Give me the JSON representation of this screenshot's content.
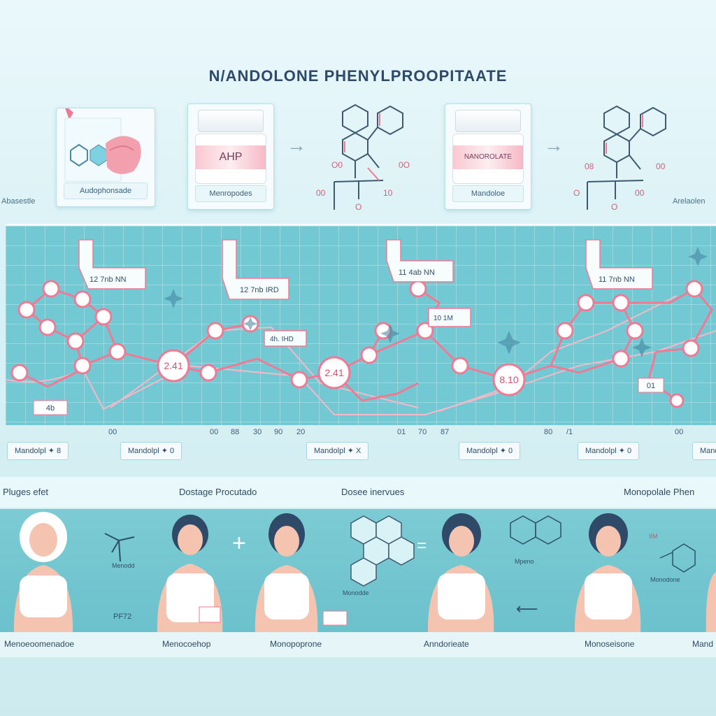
{
  "title": "N/ANDOLONE PHENYLPROOPITAATE",
  "top": {
    "left_side_label": "Abasestle",
    "right_side_label": "Arelaolen",
    "cards": [
      {
        "label": "Audophonsade"
      },
      {
        "label": "Menropodes",
        "jar_text": "AHP"
      },
      {
        "label": "Mandoloe",
        "jar_text": "NANOROLATE"
      }
    ],
    "molecule1_labels": [
      "O0",
      "0O",
      "00",
      "10",
      "O"
    ],
    "molecule2_labels": [
      "08",
      "00",
      "O",
      "00",
      "O"
    ]
  },
  "chart": {
    "callouts": [
      "12 7nb NN",
      "12 7nb IRD",
      "11 4ab NN",
      "11 7nb NN",
      "4h. IHD",
      "10 1M"
    ],
    "node_values": [
      "2.41",
      "2.41",
      "8.10",
      "01",
      "4b"
    ],
    "ticks": [
      "00",
      "00",
      "88",
      "30",
      "90",
      "20",
      "01",
      "70",
      "87",
      "80",
      "/1",
      "00"
    ],
    "pills": [
      "Mandolpl ✦ 8",
      "Mandolpl ✦ 0",
      "Mandolpl ✦ X",
      "Mandolpl ✦ 0",
      "Mandolpl ✦ 0",
      "Mand"
    ]
  },
  "section_labels": [
    "Pluges efet",
    "Dostage Procutado",
    "Dosee inervues",
    "Monopolale Phen"
  ],
  "people": {
    "captions": [
      "Menoeoomenadoe",
      "Menocoehop",
      "Monopoprone",
      "Anndorieate",
      "Monoseisone",
      "Mand"
    ],
    "small_labels": [
      "Menodd",
      "PF72",
      "Monodde",
      "Mpeno",
      "Monodone",
      "IIM"
    ]
  },
  "colors": {
    "accent_pink": "#f07a93",
    "panel_teal": "#73c9d3",
    "title_blue": "#2d4a6b"
  }
}
